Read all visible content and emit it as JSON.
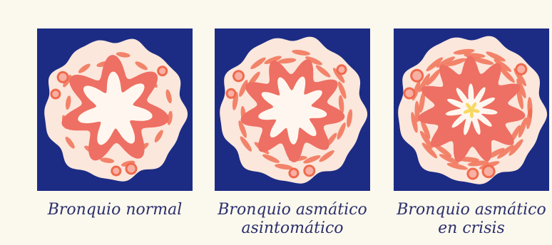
{
  "figure": {
    "panels": [
      {
        "id": "normal",
        "caption_line1": "Bronquio normal",
        "caption_line2": ""
      },
      {
        "id": "asymptomatic",
        "caption_line1": "Bronquio asmático",
        "caption_line2": "asintomático"
      },
      {
        "id": "crisis",
        "caption_line1": "Bronquio asmático",
        "caption_line2": "en crisis"
      }
    ]
  },
  "colors": {
    "panel_bg": "#1c2c84",
    "wall": "#fbe7dc",
    "muscle": "#f06a4e",
    "mucosa": "#ee6f63",
    "mucosa_light": "#f7b0a3",
    "lumen": "#fff7ef",
    "mucus": "#f6d24a"
  }
}
